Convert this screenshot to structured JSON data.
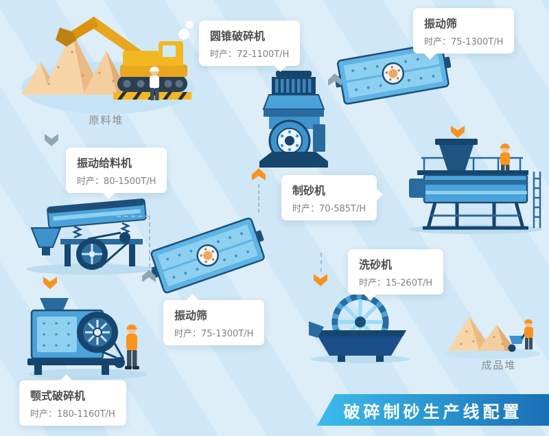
{
  "labels": {
    "raw_pile": "原料堆",
    "finished_pile": "成品堆"
  },
  "callouts": {
    "cone_crusher": {
      "name": "圆锥破碎机",
      "capacity": "时产：72-1100T/H"
    },
    "screen_top": {
      "name": "振动筛",
      "capacity": "时产：75-1300T/H"
    },
    "feeder": {
      "name": "振动给料机",
      "capacity": "时产：80-1500T/H"
    },
    "sand_maker": {
      "name": "制砂机",
      "capacity": "时产：70-585T/H"
    },
    "screen_mid": {
      "name": "振动筛",
      "capacity": "时产：75-1300T/H"
    },
    "sand_washer": {
      "name": "洗砂机",
      "capacity": "时产：15-260T/H"
    },
    "jaw_crusher": {
      "name": "颚式破碎机",
      "capacity": "时产：180-1160T/H"
    }
  },
  "banner": {
    "title": "破碎制砂生产线配置",
    "gradient_from": "#3bbcec",
    "gradient_to": "#1a6fb5"
  },
  "colors": {
    "background": "#cfe7f6",
    "arrow_orange": "#f7941e",
    "arrow_gray": "#8fa6b5",
    "machine_blue": "#4ba3d9",
    "machine_dark_blue": "#16456e"
  }
}
